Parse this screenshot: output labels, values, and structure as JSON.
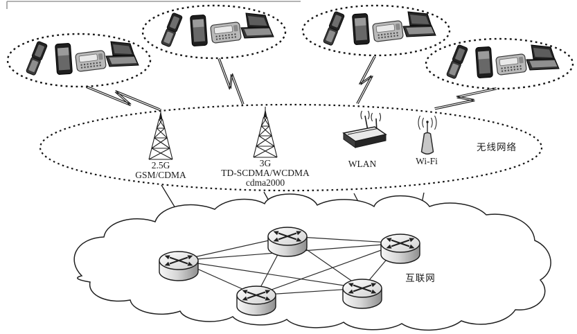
{
  "labels": {
    "cell25g_line1": "2.5G",
    "cell25g_line2": "GSM/CDMA",
    "cell3g_line1": "3G",
    "cell3g_line2": "TD-SCDMA/WCDMA",
    "cell3g_line3": "cdma2000",
    "wlan": "WLAN",
    "wifi": "Wi-Fi",
    "wireless_zone": "无线网络",
    "internet": "互联网"
  },
  "diagram": {
    "type": "network-topology",
    "device_groups": [
      {
        "id": 1,
        "devices": [
          "flip-phone",
          "smartphone",
          "pda",
          "laptop"
        ]
      },
      {
        "id": 2,
        "devices": [
          "flip-phone",
          "smartphone",
          "pda",
          "laptop"
        ]
      },
      {
        "id": 3,
        "devices": [
          "flip-phone",
          "smartphone",
          "pda",
          "laptop"
        ]
      },
      {
        "id": 4,
        "devices": [
          "flip-phone",
          "smartphone",
          "pda",
          "laptop"
        ]
      }
    ],
    "wireless_zone": {
      "label": "无线网络",
      "access_nodes": [
        {
          "icon": "cell-tower",
          "lines": [
            "2.5G",
            "GSM/CDMA"
          ]
        },
        {
          "icon": "cell-tower",
          "lines": [
            "3G",
            "TD-SCDMA/WCDMA",
            "cdma2000"
          ]
        },
        {
          "icon": "wlan-access-point",
          "lines": [
            "WLAN"
          ]
        },
        {
          "icon": "wifi-antenna",
          "lines": [
            "Wi-Fi"
          ]
        }
      ]
    },
    "internet_cloud": {
      "label": "互联网",
      "routers": 5,
      "topology": "full-mesh"
    },
    "links": {
      "group_to_wireless": {
        "style": "lightning-bolt",
        "count": 4
      },
      "wireless_to_cloud": {
        "style": "straight-line",
        "count": 4
      }
    },
    "colors": {
      "ink": "#1a1a1a",
      "background": "#ffffff",
      "fill_light": "#e9e9e9"
    }
  }
}
